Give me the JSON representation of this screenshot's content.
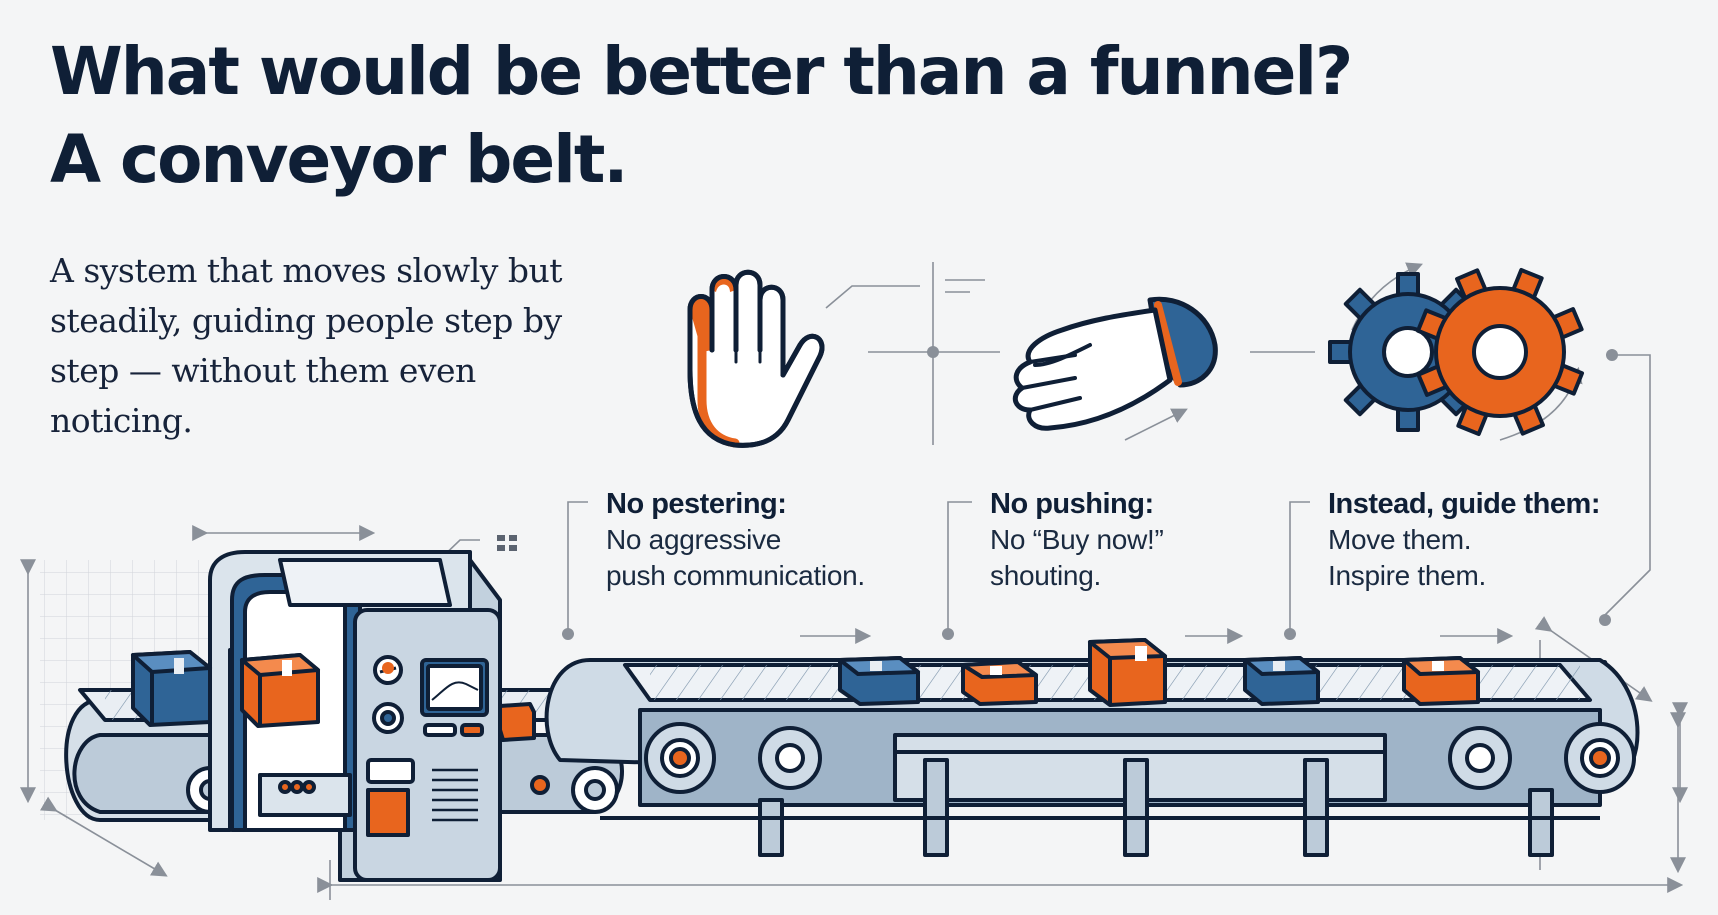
{
  "heading": {
    "line1": "What would be better than a funnel?",
    "line2": "A conveyor belt."
  },
  "intro": "A system that moves slowly but steadily, guiding people step by step — without them even noticing.",
  "captions": [
    {
      "title": "No pestering:",
      "lines": [
        "No aggressive",
        "push communication."
      ]
    },
    {
      "title": "No pushing:",
      "lines": [
        "No “Buy now!”",
        "shouting."
      ]
    },
    {
      "title": "Instead, guide them:",
      "lines": [
        "Move them.",
        "Inspire them."
      ]
    }
  ],
  "icons": [
    "stop-hand-icon",
    "open-hand-icon",
    "gears-icon"
  ],
  "palette": {
    "navy": "#0f1f36",
    "blue": "#2f6496",
    "orange": "#e8651e",
    "steel": "#c9d6e2",
    "line": "#8a9099"
  }
}
